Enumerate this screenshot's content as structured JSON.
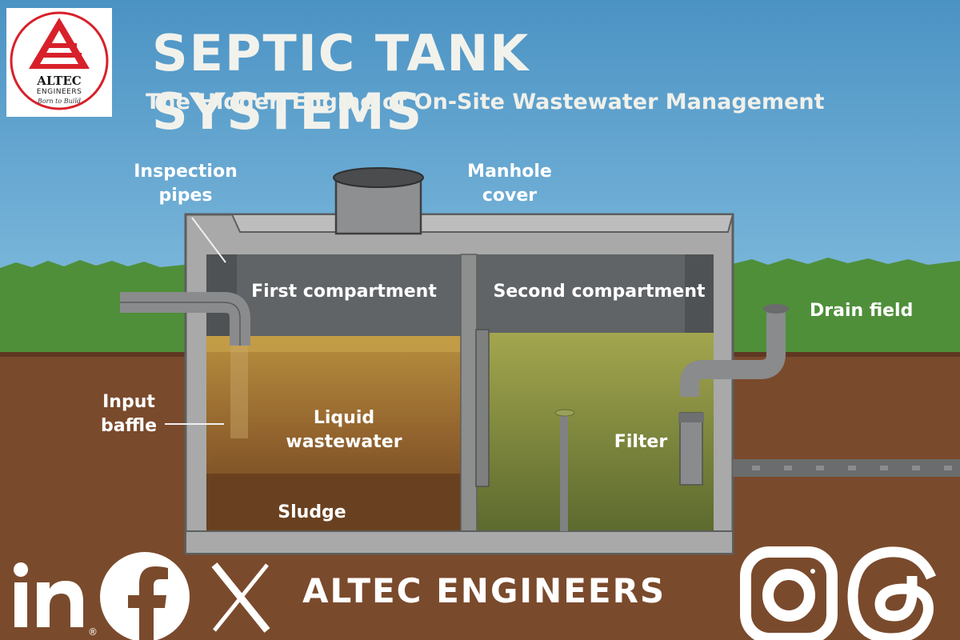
{
  "header": {
    "title": "SEPTIC TANK SYSTEMS",
    "subtitle": "The Hidden Engine of On-Site Wastewater Management"
  },
  "logo": {
    "name": "ALTEC",
    "sub": "ENGINEERS",
    "tagline": "Born to Build",
    "colors": {
      "red": "#d8202a",
      "ring": "#d8202a"
    }
  },
  "labels": {
    "inspection_pipes": "Inspection pipes",
    "manhole_cover": "Manhole cover",
    "first_compartment": "First compartment",
    "second_compartment": "Second compartment",
    "drain_field": "Drain field",
    "input_baffle": "Input baffle",
    "liquid_wastewater": "Liquid wastewater",
    "sludge": "Sludge",
    "filter": "Filter"
  },
  "footer": {
    "brand": "ALTEC ENGINEERS",
    "social_icons": [
      "linkedin-icon",
      "facebook-icon",
      "x-icon",
      "instagram-icon",
      "threads-icon"
    ],
    "registered_mark": "®"
  },
  "colors": {
    "sky": "#5a9fcc",
    "grass": "#4f8f3a",
    "soil": "#7a4a2c",
    "tank_wall": "#a8a9a8",
    "tank_inner": "#606466",
    "liquid_first": "#9a6a30",
    "sludge": "#6e4424",
    "liquid_second": "#6e7a34"
  }
}
